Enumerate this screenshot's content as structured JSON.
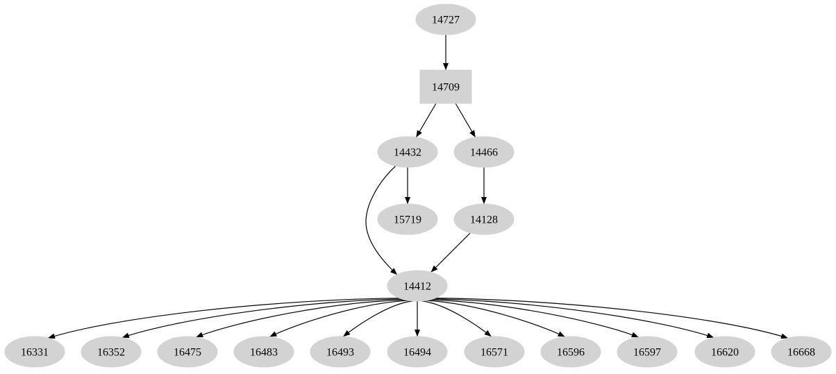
{
  "graph": {
    "nodes": [
      {
        "id": "14727",
        "label": "14727",
        "shape": "ellipse"
      },
      {
        "id": "14709",
        "label": "14709",
        "shape": "box"
      },
      {
        "id": "14432",
        "label": "14432",
        "shape": "ellipse"
      },
      {
        "id": "14466",
        "label": "14466",
        "shape": "ellipse"
      },
      {
        "id": "15719",
        "label": "15719",
        "shape": "ellipse"
      },
      {
        "id": "14128",
        "label": "14128",
        "shape": "ellipse"
      },
      {
        "id": "14412",
        "label": "14412",
        "shape": "ellipse"
      },
      {
        "id": "16331",
        "label": "16331",
        "shape": "ellipse"
      },
      {
        "id": "16352",
        "label": "16352",
        "shape": "ellipse"
      },
      {
        "id": "16475",
        "label": "16475",
        "shape": "ellipse"
      },
      {
        "id": "16483",
        "label": "16483",
        "shape": "ellipse"
      },
      {
        "id": "16493",
        "label": "16493",
        "shape": "ellipse"
      },
      {
        "id": "16494",
        "label": "16494",
        "shape": "ellipse"
      },
      {
        "id": "16571",
        "label": "16571",
        "shape": "ellipse"
      },
      {
        "id": "16596",
        "label": "16596",
        "shape": "ellipse"
      },
      {
        "id": "16597",
        "label": "16597",
        "shape": "ellipse"
      },
      {
        "id": "16620",
        "label": "16620",
        "shape": "ellipse"
      },
      {
        "id": "16668",
        "label": "16668",
        "shape": "ellipse"
      }
    ],
    "edges": [
      [
        "14727",
        "14709"
      ],
      [
        "14709",
        "14432"
      ],
      [
        "14709",
        "14466"
      ],
      [
        "14432",
        "15719"
      ],
      [
        "14432",
        "14412"
      ],
      [
        "14466",
        "14128"
      ],
      [
        "14128",
        "14412"
      ],
      [
        "14412",
        "16331"
      ],
      [
        "14412",
        "16352"
      ],
      [
        "14412",
        "16475"
      ],
      [
        "14412",
        "16483"
      ],
      [
        "14412",
        "16493"
      ],
      [
        "14412",
        "16494"
      ],
      [
        "14412",
        "16571"
      ],
      [
        "14412",
        "16596"
      ],
      [
        "14412",
        "16597"
      ],
      [
        "14412",
        "16620"
      ],
      [
        "14412",
        "16668"
      ]
    ],
    "colors": {
      "node_fill": "#d3d3d3",
      "edge": "#000000"
    }
  }
}
